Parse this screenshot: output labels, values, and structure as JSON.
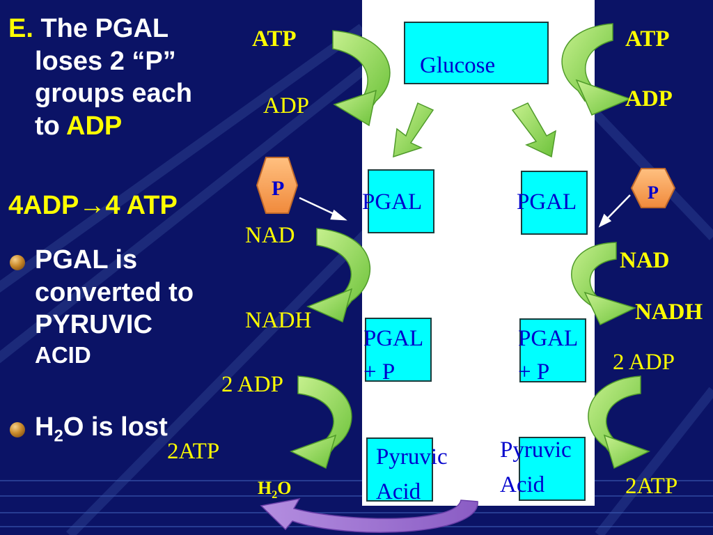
{
  "left_panel": {
    "heading_letter": "E.",
    "heading_lines": [
      "The PGAL",
      "loses 2 “P”",
      "groups each",
      "to"
    ],
    "heading_adp": "ADP",
    "equation_left": "4ADP",
    "equation_arrow": "→",
    "equation_right": "4 ATP",
    "bullet1_lines": [
      "PGAL is",
      "converted to",
      "PYRUVIC",
      "ACID"
    ],
    "bullet2_h": "H",
    "bullet2_sub": "2",
    "bullet2_rest": "O is lost"
  },
  "diagram": {
    "glucose": "Glucose",
    "pgal_left": "PGAL",
    "pgal_right": "PGAL",
    "pgalp_left_1": "PGAL",
    "pgalp_left_2": "+ P",
    "pgalp_right_1": "PGAL",
    "pgalp_right_2": "+ P",
    "pyruvic_left_1": "Pyruvic",
    "pyruvic_left_2": "Acid",
    "pyruvic_right_1": "Pyruvic",
    "pyruvic_right_2": "Acid",
    "p_left": "P",
    "p_right": "P",
    "atp_top_left": "ATP",
    "adp_top_left": "ADP",
    "atp_top_right": "ATP",
    "adp_top_right": "ADP",
    "nad_left": "NAD",
    "nadh_left": "NADH",
    "nad_right": "NAD",
    "nadh_right": "NADH",
    "adp2_left": "2 ADP",
    "atp2_left": "2ATP",
    "adp2_right": "2 ADP",
    "atp2_right": "2ATP",
    "water_h": "H",
    "water_sub": "2",
    "water_o": "O"
  },
  "colors": {
    "background": "#0b1366",
    "text_yellow": "#ffff00",
    "box_fill": "#00ffff",
    "box_text": "#0000cc",
    "arrow_green": "#8fd45a",
    "hex_fill": "#f7a35c",
    "water_arrow": "#9966cc"
  }
}
